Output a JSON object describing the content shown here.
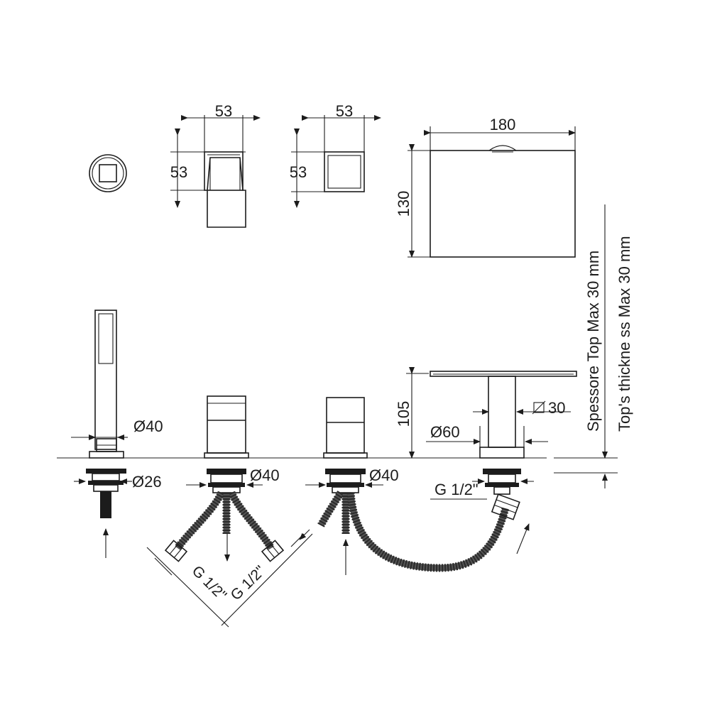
{
  "dimensions": {
    "handle_width": "53",
    "handle_height": "53",
    "knob_width": "53",
    "knob_height": "53",
    "spout_width": "180",
    "spout_height": "130",
    "spout_column_height": "105",
    "spout_column_square": "30",
    "spout_base_diameter": "Ø60",
    "shower_body_diameter": "Ø40",
    "shower_shank_diameter": "Ø26",
    "mixer_left_diameter": "Ø40",
    "mixer_right_diameter": "Ø40",
    "spout_connection": "G 1/2\"",
    "hose_connection_left": "G 1/2\"",
    "hose_connection_right": "G 1/2\""
  },
  "notes": {
    "top_thickness_it": "Spessore Top  Max 30 mm",
    "top_thickness_en": "Top's thickne ss  Max 30 mm"
  }
}
